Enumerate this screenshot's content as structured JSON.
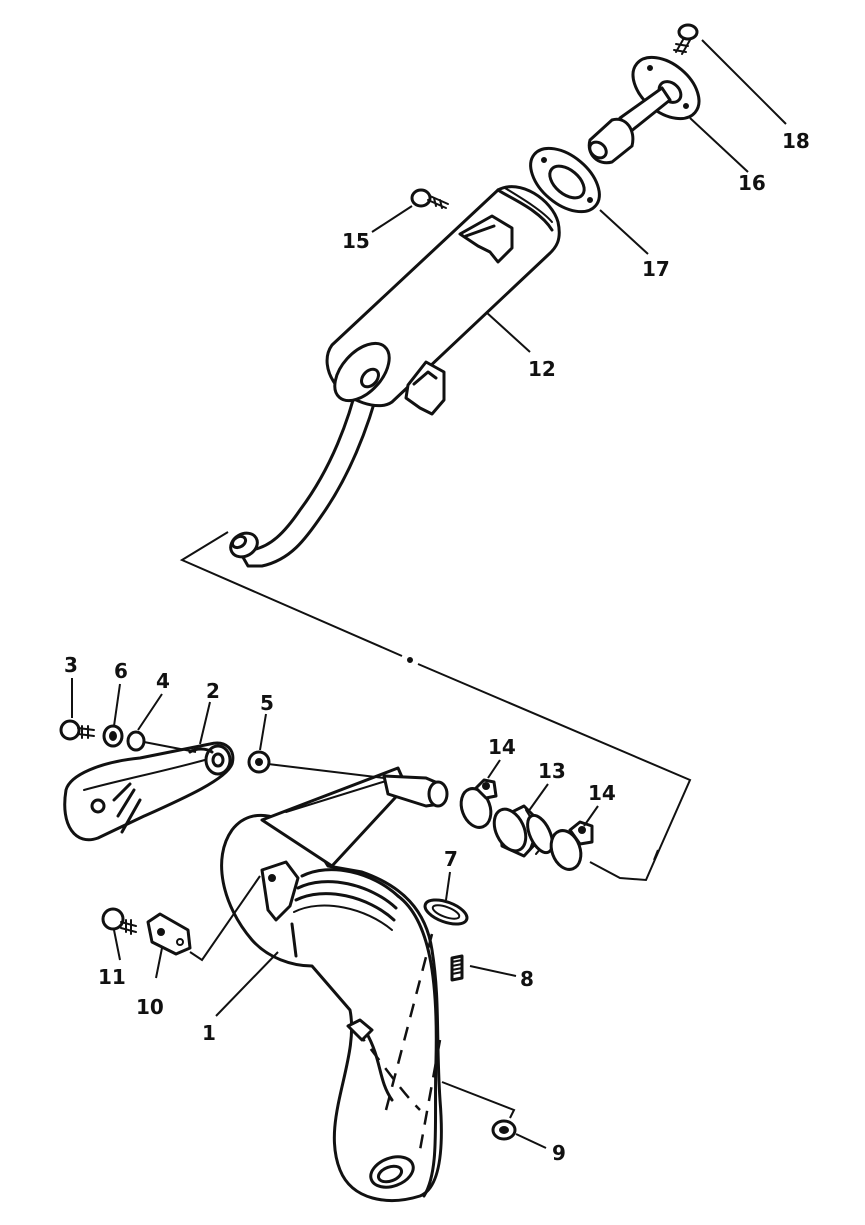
{
  "parts": [
    {
      "id": "part-1",
      "label": "1"
    },
    {
      "id": "part-2",
      "label": "2"
    },
    {
      "id": "part-3",
      "label": "3"
    },
    {
      "id": "part-4",
      "label": "4"
    },
    {
      "id": "part-5",
      "label": "5"
    },
    {
      "id": "part-6",
      "label": "6"
    },
    {
      "id": "part-7",
      "label": "7"
    },
    {
      "id": "part-8",
      "label": "8"
    },
    {
      "id": "part-9",
      "label": "9"
    },
    {
      "id": "part-10",
      "label": "10"
    },
    {
      "id": "part-11",
      "label": "11"
    },
    {
      "id": "part-12",
      "label": "12"
    },
    {
      "id": "part-13",
      "label": "13"
    },
    {
      "id": "part-14a",
      "label": "14"
    },
    {
      "id": "part-14b",
      "label": "14"
    },
    {
      "id": "part-15",
      "label": "15"
    },
    {
      "id": "part-16",
      "label": "16"
    },
    {
      "id": "part-17",
      "label": "17"
    },
    {
      "id": "part-18",
      "label": "18"
    }
  ],
  "colors": {
    "ink": "#111111",
    "paper": "#ffffff"
  }
}
